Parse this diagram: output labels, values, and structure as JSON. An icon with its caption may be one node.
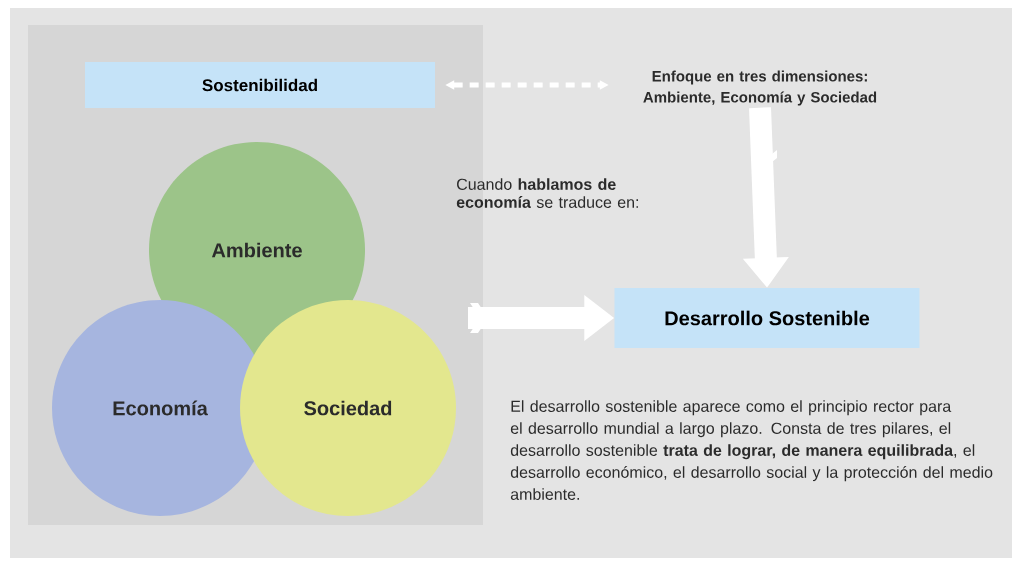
{
  "diagram": {
    "nodes": [
      {
        "text": [
          "Sostenibilidad"
        ]
      },
      {
        "text": [
          "Enfoque en tres dimensiones: Ambiente, Economía y Sociedad"
        ]
      },
      {
        "text": [
          "Ambiente"
        ]
      },
      {
        "text": [
          "Economía"
        ]
      },
      {
        "text": [
          "Sociedad"
        ]
      },
      {
        "text": [
          "Desarrollo Sostenible"
        ]
      }
    ],
    "edges": [
      {
        "from": 0,
        "to": 1,
        "arrow": "both",
        "style": "dashed"
      },
      {
        "from": 1,
        "to": 5,
        "arrow": "to"
      },
      {
        "from": null,
        "to": 5,
        "arrow": "to"
      }
    ],
    "labels": [
      "Cuando **hablamos de economía** se traduce en:",
      "El desarrollo sostenible aparece como el principio rector para el desarrollo mundial a largo plazo. Consta de tres pilares, el desarrollo sostenible **trata de lograr, de manera equilibrada**, el desarrollo económico, el desarrollo social y la protección del medio ambiente."
    ]
  }
}
